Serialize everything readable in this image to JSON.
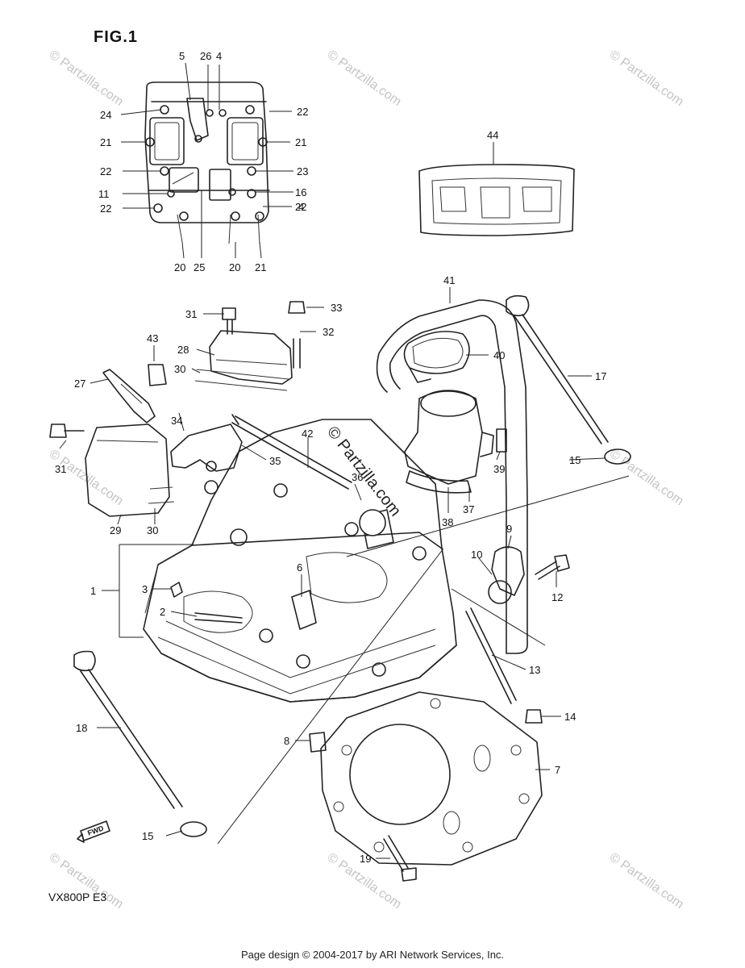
{
  "figure": {
    "title": "FIG.1",
    "model_code": "VX800P  E3",
    "fwd_label": "FWD"
  },
  "watermark": {
    "text": "© Partzilla.com"
  },
  "footer": {
    "text": "Page design © 2004-2017 by ARI Network Services, Inc."
  },
  "callouts": [
    "1",
    "2",
    "3",
    "4",
    "4",
    "5",
    "6",
    "7",
    "8",
    "9",
    "10",
    "11",
    "12",
    "13",
    "14",
    "15",
    "15",
    "16",
    "17",
    "18",
    "19",
    "20",
    "20",
    "21",
    "21",
    "21",
    "22",
    "22",
    "22",
    "22",
    "23",
    "24",
    "25",
    "26",
    "27",
    "28",
    "29",
    "30",
    "30",
    "31",
    "31",
    "32",
    "33",
    "34",
    "35",
    "36",
    "37",
    "38",
    "39",
    "40",
    "41",
    "42",
    "43",
    "44"
  ]
}
